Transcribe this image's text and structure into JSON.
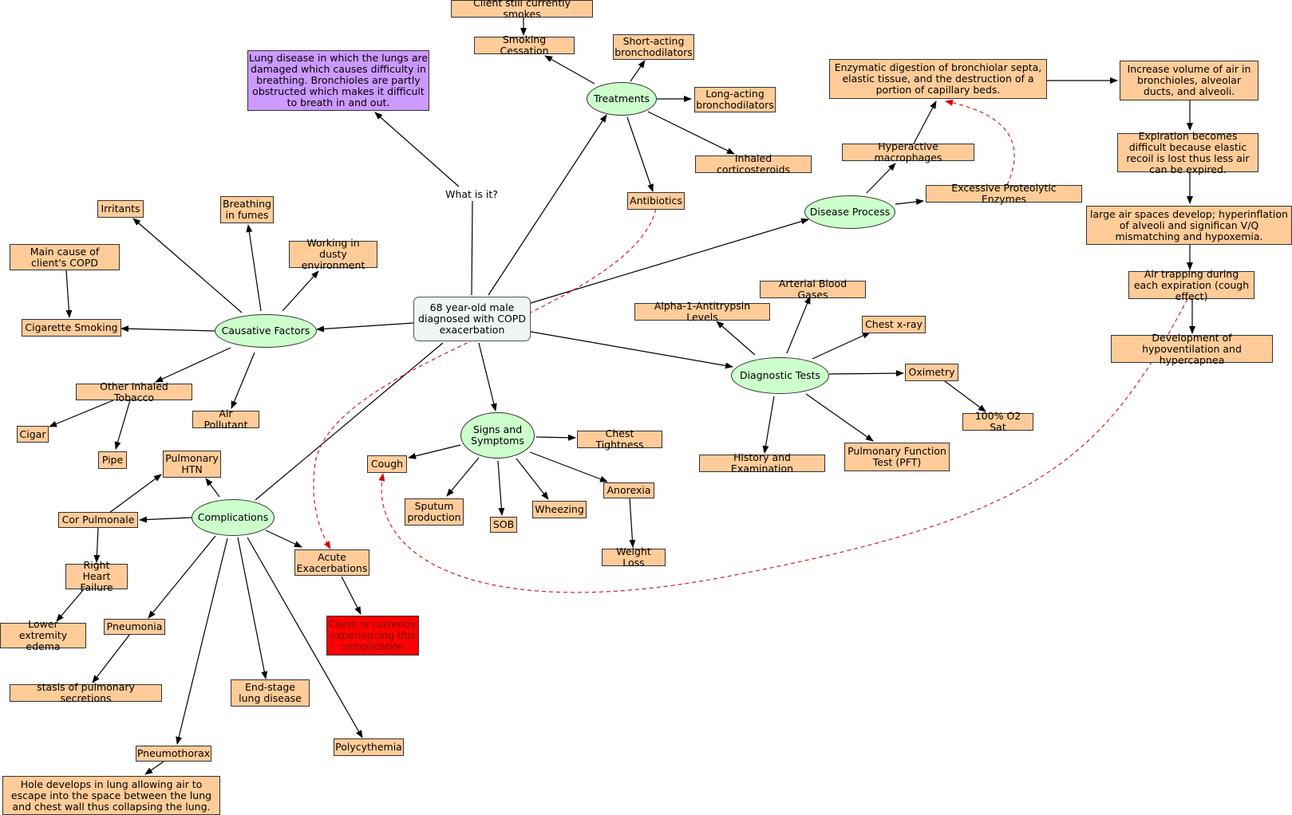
{
  "nodes": {
    "root": "68 year-old male diagnosed with COPD exacerbation",
    "what_is_it_link": "What is it?",
    "definition": "Lung disease in which the lungs are damaged which causes difficulty in breathing.  Bronchioles are partly obstructed which makes it difficult to breath in and out.",
    "treatments": "Treatments",
    "smoking_cessation": "Smoking Cessation",
    "still_smokes": "Client still currently smokes",
    "short_acting": "Short-acting bronchodilators",
    "long_acting": "Long-acting bronchodilators",
    "inhaled_corticosteroids": "Inhaled corticosteroids",
    "antibiotics": "Antibiotics",
    "causative_factors": "Causative Factors",
    "irritants": "Irritants",
    "breathing_fumes": "Breathing in fumes",
    "dusty_environment": "Working in dusty environment",
    "main_cause": "Main cause of client's COPD",
    "cigarette_smoking": "Cigarette Smoking",
    "other_tobacco": "Other Inhaled Tobacco",
    "cigar": "Cigar",
    "pipe": "Pipe",
    "air_pollutant": "Air Pollutant",
    "disease_process": "Disease Process",
    "macrophages": "Hyperactive macrophages",
    "proteolytic": "Excessive Proteolytic Enzymes",
    "enzymatic_digestion": "Enzymatic digestion of bronchiolar septa, elastic tissue, and the destruction of a portion of capillary beds.",
    "increase_volume": "Increase volume of air in bronchioles, alveolar ducts, and alveoli.",
    "expiration_difficult": "Expiration becomes difficult because elastic recoil is lost thus less air can be expired.",
    "large_air_spaces": "large air spaces develop; hyperinflation of alveoli and significan V/Q mismatching and hypoxemia.",
    "air_trapping": "Air trapping during each expiration (cough effect)",
    "hypoventilation": "Development of hypoventilation and hypercapnea",
    "diagnostic_tests": "Diagnostic Tests",
    "abg": "Arterial Blood Gases",
    "alpha1": "Alpha-1-Antitrypsin Levels",
    "chest_xray": "Chest x-ray",
    "oximetry": "Oximetry",
    "o2_sat": "100% O2 Sat",
    "history_exam": "History and Examination",
    "pft": "Pulmonary Function Test (PFT)",
    "signs_symptoms": "Signs and Symptoms",
    "chest_tightness": "Chest Tightness",
    "cough": "Cough",
    "sputum": "Sputum production",
    "sob": "SOB",
    "wheezing": "Wheezing",
    "anorexia": "Anorexia",
    "weight_loss": "Weight Loss",
    "complications": "Complications",
    "pulmonary_htn": "Pulmonary HTN",
    "cor_pulmonale": "Cor Pulmonale",
    "right_heart_failure": "Right Heart Failure",
    "lower_extremity_edema": "Lower extremity edema",
    "pneumonia": "Pneumonia",
    "stasis": "stasis of pulmonary secretions",
    "end_stage": "End-stage lung disease",
    "pneumothorax": "Pneumothorax",
    "hole_develops": "Hole develops in lung allowing air to escape into the space between the lung and chest wall thus collapsing the lung.",
    "polycythemia": "Polycythemia",
    "acute_exacerbations": "Acute Exacerbations",
    "client_experiencing": "Client is currently experiencing this complication"
  },
  "colors": {
    "concept_box": "#ffcc99",
    "category_ellipse": "#ccffcc",
    "root_box": "#f0f6f6",
    "definition_box": "#cc99ff",
    "highlight_box": "#ff0000",
    "cross_link": "#cc2222"
  }
}
